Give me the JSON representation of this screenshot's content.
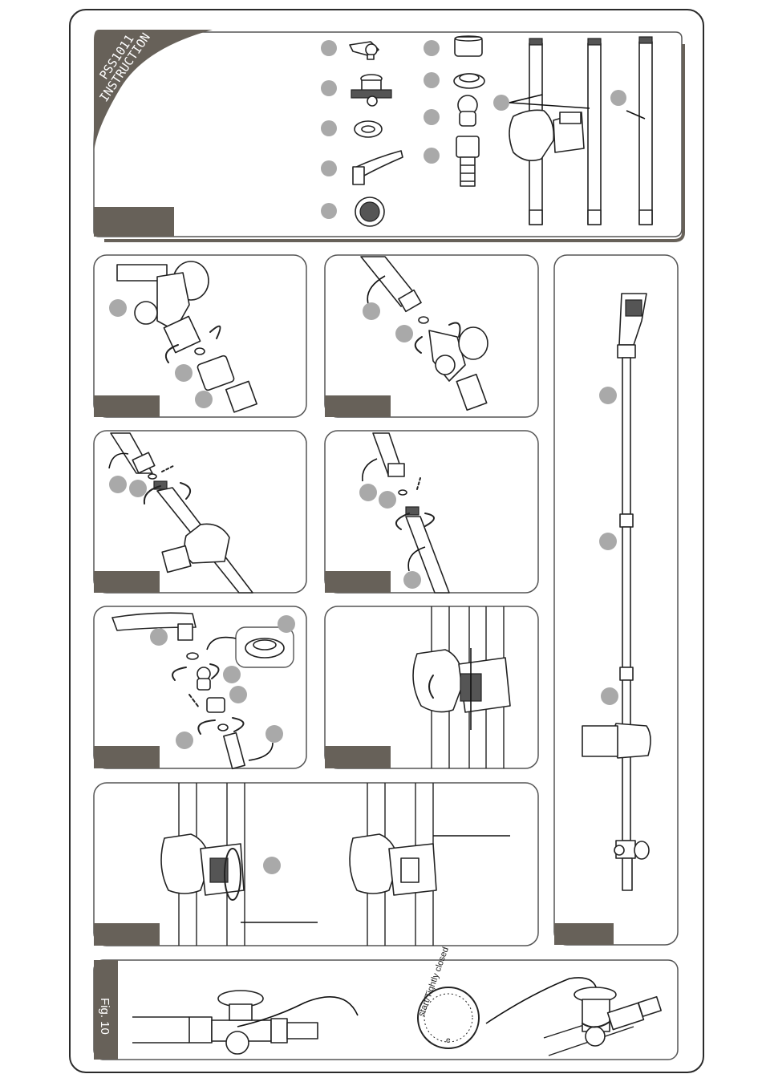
{
  "header": {
    "model": "PSS1011",
    "title": "INSTRUCTION"
  },
  "figure_10": {
    "label": "Fig. 10",
    "dial_text_top": "start/Tightly closed",
    "dial_text_bottom": "e"
  },
  "colors": {
    "frame": "#2a2a2a",
    "header_band": "#676159",
    "tab": "#676159",
    "callout": "#a9a9a9",
    "line": "#222222"
  }
}
